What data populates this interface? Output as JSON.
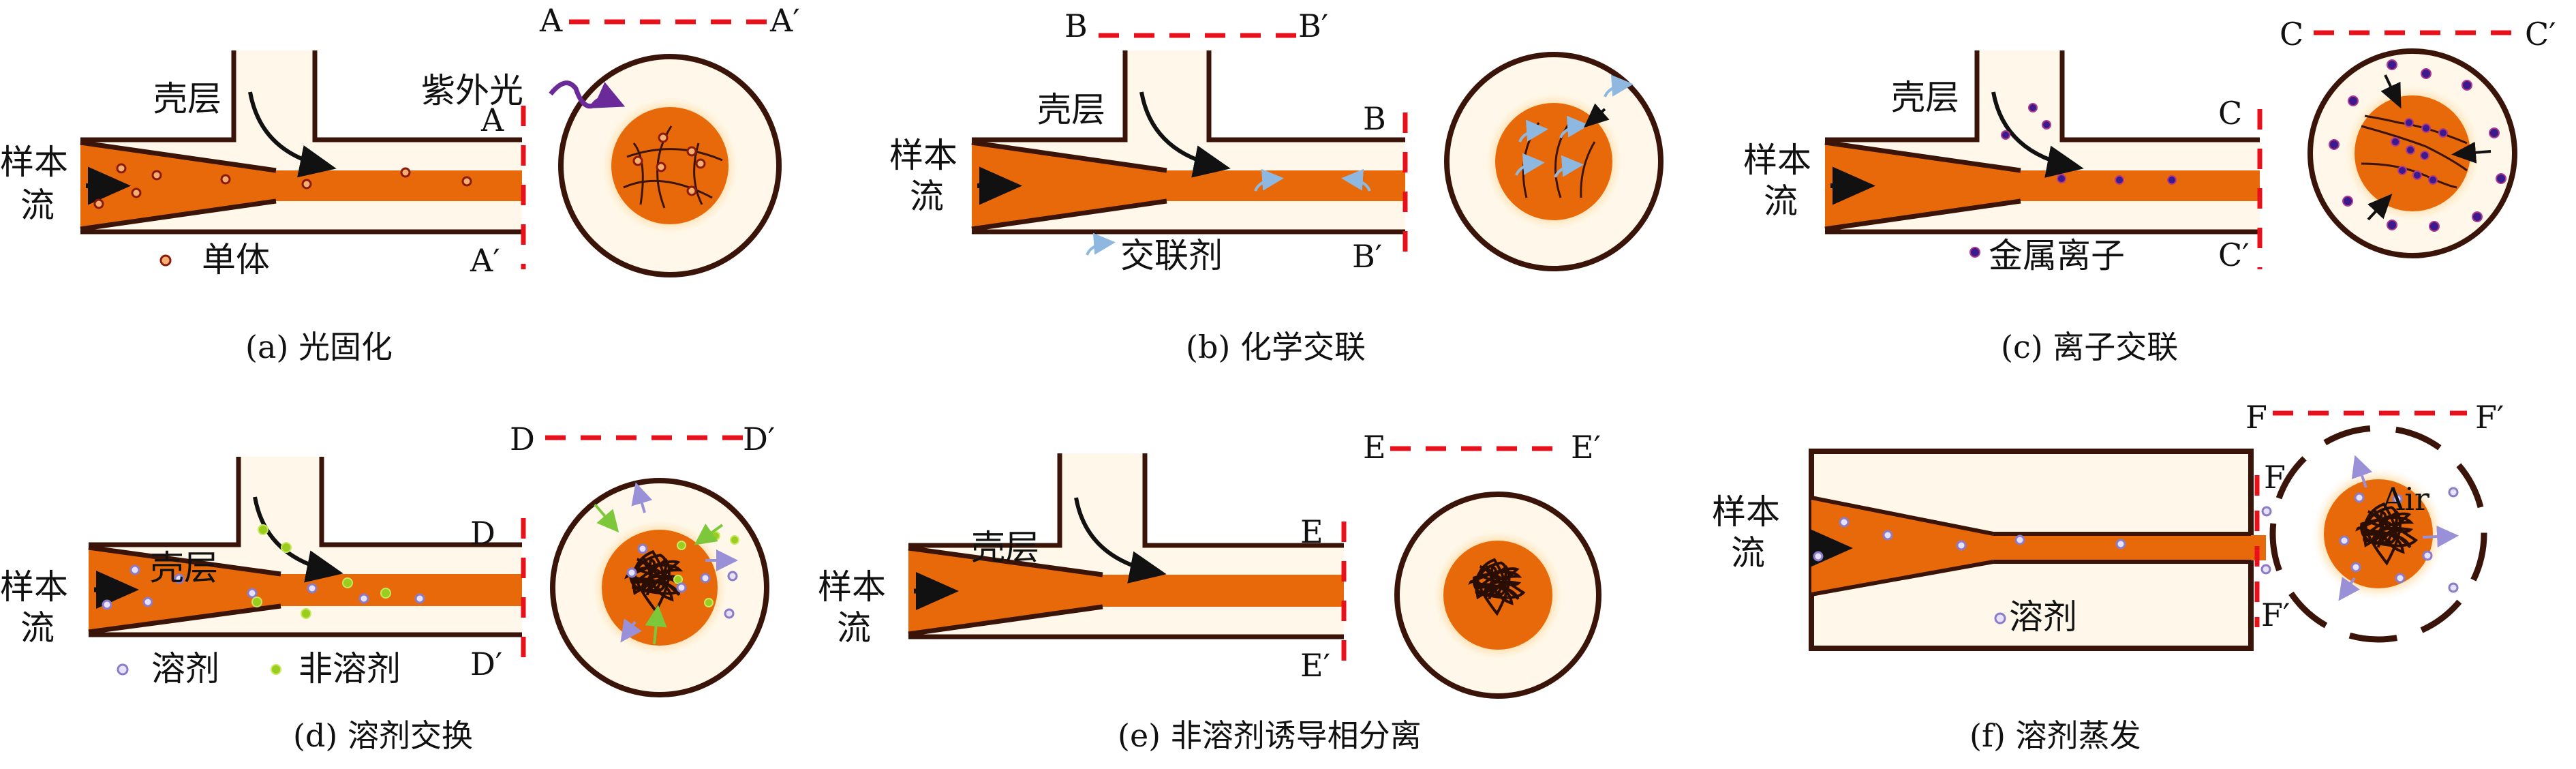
{
  "figure": {
    "colors": {
      "core": "#E8690A",
      "shell": "#FFF8EA",
      "glow": "#FFD9A0",
      "wall": "#3A1408",
      "section_line": "#E8101A",
      "monomer": "#8B1A0A",
      "crosslinker": "#8FB8E0",
      "metal_ion": "#3A1A8C",
      "solvent": "#8A7CC8",
      "nonsolvent": "#9ACD1E",
      "uv": "#6A2A9A"
    },
    "common": {
      "shell_label": "壳层",
      "sample_flow_label_1": "样本",
      "sample_flow_label_2": "流"
    },
    "panels": [
      {
        "id": "a",
        "caption": "(a) 光固化",
        "section_left": "A",
        "section_right": "A′",
        "legend": [
          {
            "marker": "monomer",
            "label": "单体"
          }
        ],
        "extra_label": "紫外光",
        "mechanism": "photocuring"
      },
      {
        "id": "b",
        "caption": "(b) 化学交联",
        "section_left": "B",
        "section_right": "B′",
        "legend": [
          {
            "marker": "crosslinker",
            "label": "交联剂"
          }
        ],
        "mechanism": "chemical-crosslinking"
      },
      {
        "id": "c",
        "caption": "(c) 离子交联",
        "section_left": "C",
        "section_right": "C′",
        "legend": [
          {
            "marker": "metal_ion",
            "label": "金属离子"
          }
        ],
        "mechanism": "ionic-crosslinking"
      },
      {
        "id": "d",
        "caption": "(d) 溶剂交换",
        "section_left": "D",
        "section_right": "D′",
        "legend": [
          {
            "marker": "solvent",
            "label": "溶剂"
          },
          {
            "marker": "nonsolvent",
            "label": "非溶剂"
          }
        ],
        "mechanism": "solvent-exchange"
      },
      {
        "id": "e",
        "caption": "(e) 非溶剂诱导相分离",
        "section_left": "E",
        "section_right": "E′",
        "legend": [],
        "mechanism": "nonsolvent-induced-phase-separation"
      },
      {
        "id": "f",
        "caption": "(f) 溶剂蒸发",
        "section_left": "F",
        "section_right": "F′",
        "legend": [
          {
            "marker": "solvent",
            "label": "溶剂"
          }
        ],
        "extra_label": "Air",
        "mechanism": "solvent-evaporation"
      }
    ]
  }
}
